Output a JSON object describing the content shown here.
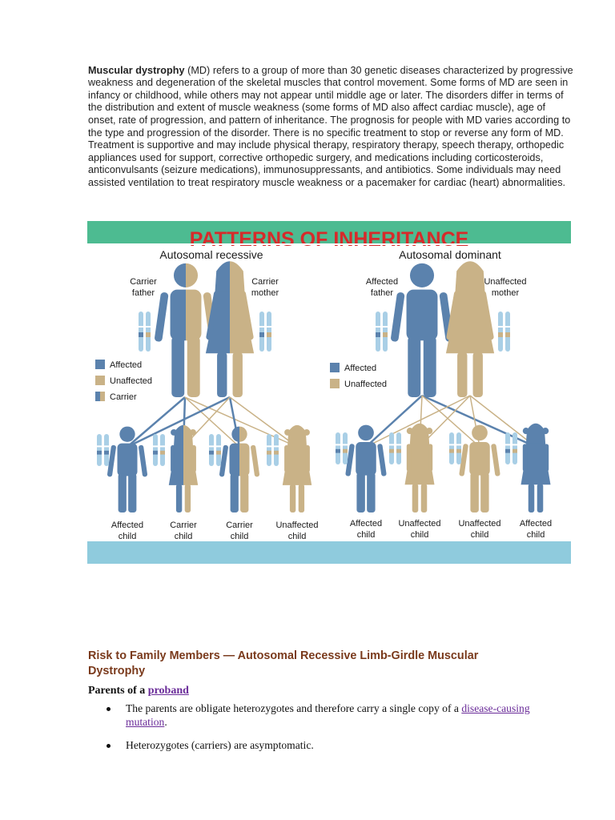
{
  "intro": {
    "term": "Muscular dystrophy",
    "text": " (MD) refers to a group of more than 30 genetic diseases characterized by progressive weakness and degeneration of the skeletal muscles that control movement. Some forms of MD are seen in infancy or childhood, while others may not appear until middle age or later. The disorders differ in terms of the distribution and extent of muscle weakness (some forms of MD also affect cardiac muscle), age of onset, rate of progression, and pattern of inheritance. The prognosis for people with MD varies according to the type and progression of the disorder. There is no specific treatment to stop or reverse any form of MD. Treatment is supportive and may include physical therapy, respiratory therapy, speech therapy, orthopedic appliances used for support, corrective orthopedic surgery, and medications including corticosteroids, anticonvulsants (seizure medications), immunosuppressants, and antibiotics. Some individuals may need assisted ventilation to treat respiratory muscle weakness or a pacemaker for cardiac (heart) abnormalities."
  },
  "figure": {
    "title": "PATTERNS OF INHERITANCE",
    "colors": {
      "affected": "#5b82ad",
      "unaffected": "#c9b287",
      "band_top": "#4dbb91",
      "band_bottom": "#8fcbdd",
      "title": "#d72a2a"
    },
    "recessive": {
      "heading": "Autosomal recessive",
      "father_label": [
        "Carrier",
        "father"
      ],
      "mother_label": [
        "Carrier",
        "mother"
      ],
      "legend": [
        "Affected",
        "Unaffected",
        "Carrier"
      ],
      "children": [
        {
          "label": [
            "Affected",
            "child"
          ]
        },
        {
          "label": [
            "Carrier",
            "child"
          ]
        },
        {
          "label": [
            "Carrier",
            "child"
          ]
        },
        {
          "label": [
            "Unaffected",
            "child"
          ]
        }
      ]
    },
    "dominant": {
      "heading": "Autosomal dominant",
      "father_label": [
        "Affected",
        "father"
      ],
      "mother_label": [
        "Unaffected",
        "mother"
      ],
      "legend": [
        "Affected",
        "Unaffected"
      ],
      "children": [
        {
          "label": [
            "Affected",
            "child"
          ]
        },
        {
          "label": [
            "Unaffected",
            "child"
          ]
        },
        {
          "label": [
            "Unaffected",
            "child"
          ]
        },
        {
          "label": [
            "Affected",
            "child"
          ]
        }
      ]
    }
  },
  "section": {
    "heading": "Risk to Family Members — Autosomal Recessive Limb-Girdle Muscular Dystrophy",
    "subhead_prefix": "Parents of a ",
    "subhead_link": "proband",
    "bullets": [
      {
        "before": "The parents are obligate heterozygotes and therefore carry a single copy of a ",
        "link": "disease-causing mutation",
        "after": "."
      },
      {
        "before": "Heterozygotes (carriers) are asymptomatic.",
        "link": "",
        "after": ""
      }
    ]
  }
}
